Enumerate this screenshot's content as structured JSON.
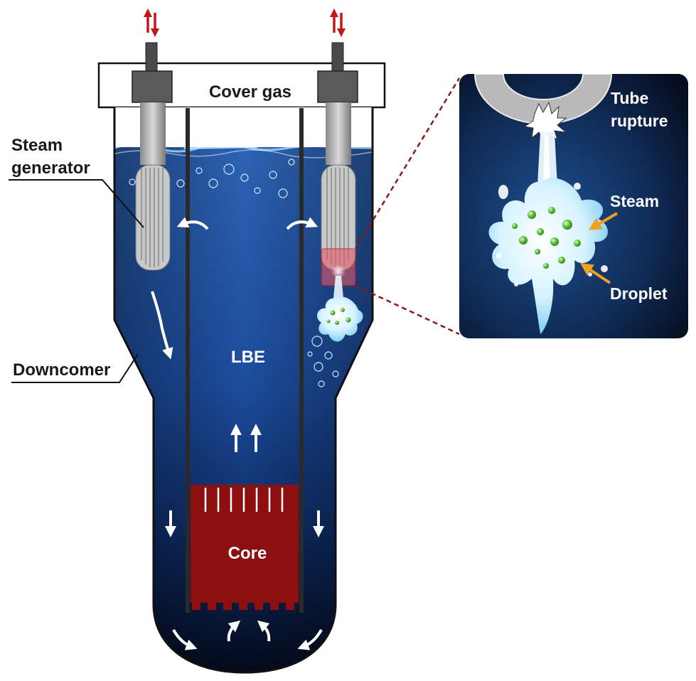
{
  "labels": {
    "cover_gas": "Cover gas",
    "steam_generator_line1": "Steam",
    "steam_generator_line2": "generator",
    "downcomer": "Downcomer",
    "lbe": "LBE",
    "core": "Core",
    "tube_rupture_line1": "Tube",
    "tube_rupture_line2": "rupture",
    "steam": "Steam",
    "droplet": "Droplet"
  },
  "colors": {
    "coolant_top": "#2d63b4",
    "coolant_bottom": "#030a1a",
    "core": "#8e0f0f",
    "inflow_arrow": "#c01818",
    "inset_callout_line": "#8b1a1a",
    "pointer_arrow": "#f0a020",
    "steam_bubble": "#5cc23a"
  }
}
